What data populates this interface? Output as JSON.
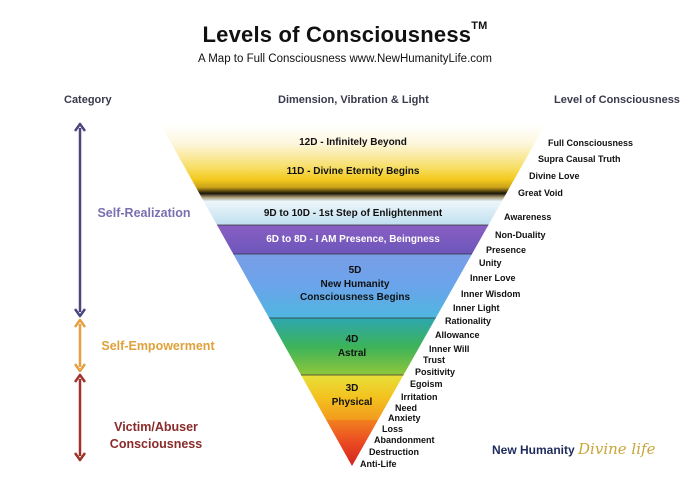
{
  "header": {
    "title": "Levels of Consciousness",
    "trademark": "TM",
    "subtitle": "A Map to Full Consciousness www.NewHumanityLife.com"
  },
  "columns": {
    "category": "Category",
    "dimension": "Dimension, Vibration & Light",
    "level": "Level of Consciousness"
  },
  "categories": [
    {
      "label": "Self-Realization",
      "color": "#7a6fb0"
    },
    {
      "label": "Self-Empowerment",
      "color": "#e0a13a"
    },
    {
      "label": "Victim/Abuser\nConsciousness",
      "color": "#8a2a2a"
    }
  ],
  "arrow_colors": [
    "#4b4680",
    "#e6a040",
    "#a0322a"
  ],
  "bands": [
    {
      "label": "12D - Infinitely Beyond"
    },
    {
      "label": "11D - Divine Eternity Begins"
    },
    {
      "label": "9D to 10D - 1st Step of Enlightenment"
    },
    {
      "label": "6D to 8D - I AM Presence, Beingness",
      "color": "#ffffff"
    },
    {
      "label": "5D\nNew Humanity\nConsciousness Begins"
    },
    {
      "label": "4D\nAstral"
    },
    {
      "label": "3D\nPhysical"
    }
  ],
  "levels": [
    "Full Consciousness",
    "Supra Causal Truth",
    "Divine Love",
    "Great Void",
    "Awareness",
    "Non-Duality",
    "Presence",
    "Unity",
    "Inner Love",
    "Inner Wisdom",
    "Inner Light",
    "Rationality",
    "Allowance",
    "Inner Will",
    "Trust",
    "Positivity",
    "Egoism",
    "Irritation",
    "Need",
    "Anxiety",
    "Loss",
    "Abandonment",
    "Destruction",
    "Anti-Life"
  ],
  "brand": {
    "name": "New Humanity",
    "script": "Divine life"
  }
}
